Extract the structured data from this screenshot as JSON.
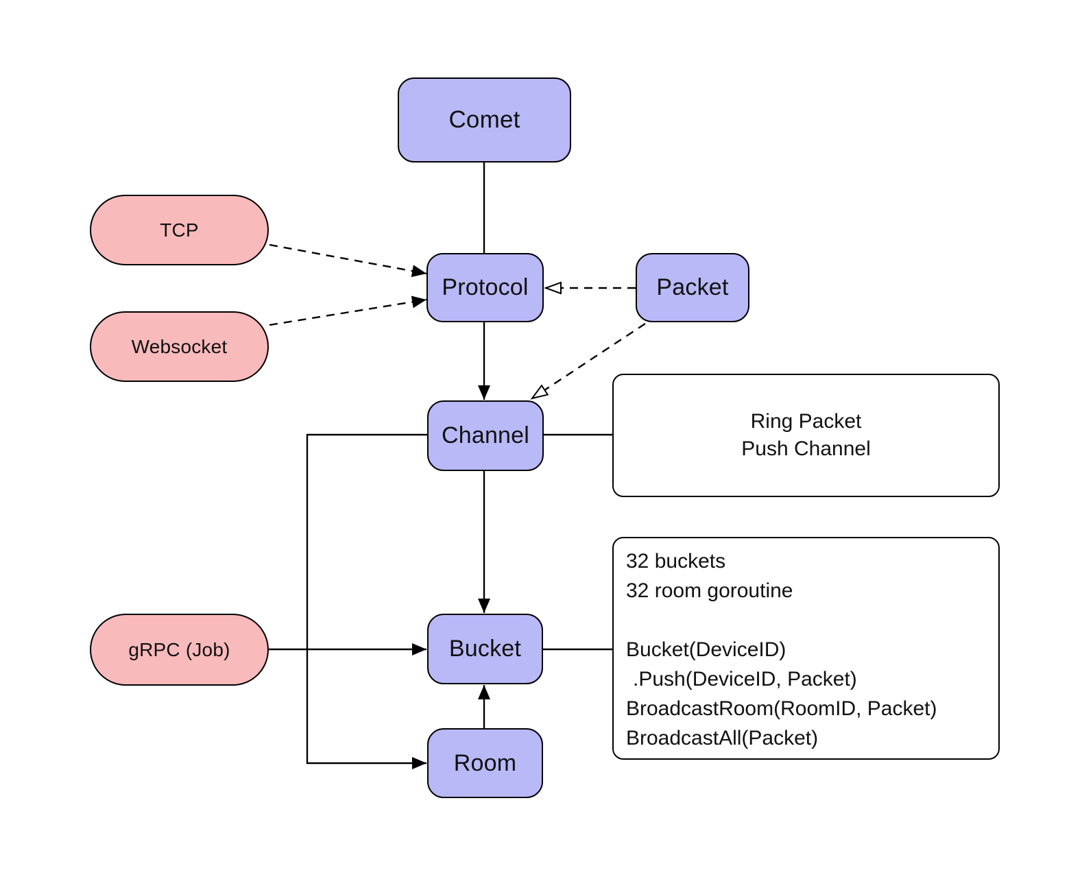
{
  "diagram": {
    "title": "Comet architecture diagram",
    "colors": {
      "node_fill": "#b9b9f8",
      "external_fill": "#f9babc",
      "note_fill": "#ffffff",
      "border": "#000000",
      "text": "#111111"
    },
    "nodes": {
      "comet": {
        "label": "Comet"
      },
      "tcp": {
        "label": "TCP"
      },
      "websocket": {
        "label": "Websocket"
      },
      "protocol": {
        "label": "Protocol"
      },
      "packet": {
        "label": "Packet"
      },
      "channel": {
        "label": "Channel"
      },
      "grpc_job": {
        "label": "gRPC (Job)"
      },
      "bucket": {
        "label": "Bucket"
      },
      "room": {
        "label": "Room"
      }
    },
    "notes": {
      "channel_note": {
        "line1": "Ring Packet",
        "line2": "Push Channel"
      },
      "bucket_note": {
        "line1": "32 buckets",
        "line2": "32 room goroutine",
        "line3": "Bucket(DeviceID)",
        "line4": ".Push(DeviceID, Packet)",
        "line5": "BroadcastRoom(RoomID, Packet)",
        "line6": "BroadcastAll(Packet)"
      }
    },
    "edges": [
      {
        "name": "comet-protocol",
        "from": "comet",
        "to": "protocol",
        "line": "solid",
        "arrow": "none"
      },
      {
        "name": "tcp-protocol",
        "from": "tcp",
        "to": "protocol",
        "line": "dashed",
        "arrow": "solid"
      },
      {
        "name": "websocket-protocol",
        "from": "websocket",
        "to": "protocol",
        "line": "dashed",
        "arrow": "solid"
      },
      {
        "name": "packet-protocol",
        "from": "packet",
        "to": "protocol",
        "line": "dashed",
        "arrow": "open"
      },
      {
        "name": "packet-channel",
        "from": "packet",
        "to": "channel",
        "line": "dashed",
        "arrow": "open"
      },
      {
        "name": "protocol-channel",
        "from": "protocol",
        "to": "channel",
        "line": "solid",
        "arrow": "solid"
      },
      {
        "name": "channel-bucket",
        "from": "channel",
        "to": "bucket",
        "line": "solid",
        "arrow": "solid"
      },
      {
        "name": "channel-room",
        "from": "channel",
        "to": "room",
        "line": "solid",
        "arrow": "solid"
      },
      {
        "name": "grpc-job-bucket",
        "from": "grpc_job",
        "to": "bucket",
        "line": "solid",
        "arrow": "solid"
      },
      {
        "name": "room-bucket",
        "from": "room",
        "to": "bucket",
        "line": "solid",
        "arrow": "solid"
      },
      {
        "name": "channel-note",
        "from": "channel",
        "to": "channel_note",
        "line": "solid",
        "arrow": "none"
      },
      {
        "name": "bucket-note",
        "from": "bucket",
        "to": "bucket_note",
        "line": "solid",
        "arrow": "none"
      }
    ]
  }
}
